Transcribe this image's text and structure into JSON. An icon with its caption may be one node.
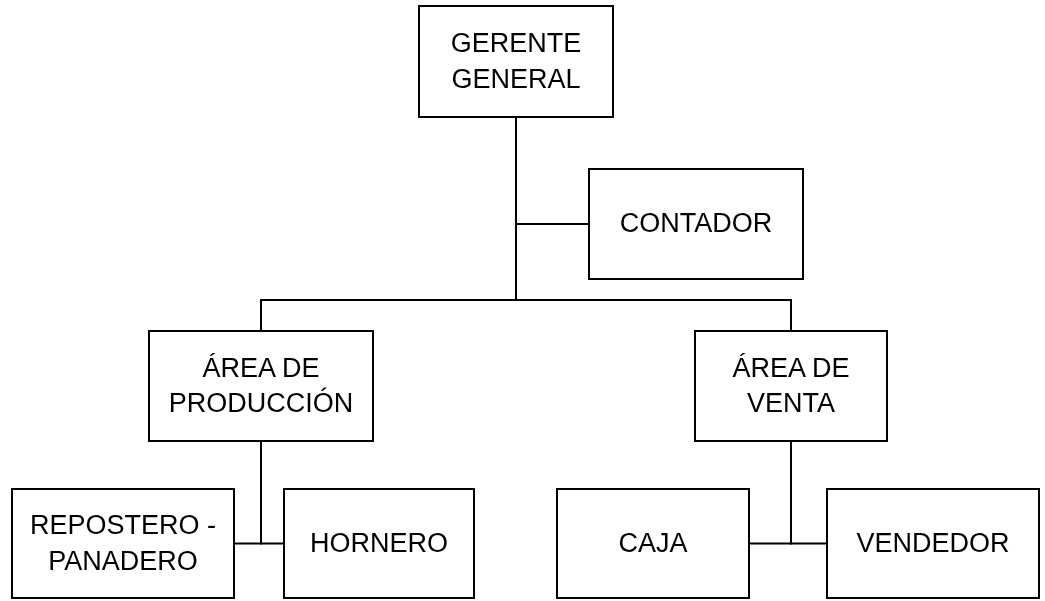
{
  "diagram": {
    "nodes": [
      {
        "text": [
          "GERENTE GENERAL"
        ]
      },
      {
        "text": [
          "CONTADOR"
        ]
      },
      {
        "text": [
          "ÁREA DE PRODUCCIÓN"
        ]
      },
      {
        "text": [
          "ÁREA DE VENTA"
        ]
      },
      {
        "text": [
          "REPOSTERO - PANADERO"
        ]
      },
      {
        "text": [
          "HORNERO"
        ]
      },
      {
        "text": [
          "CAJA"
        ]
      },
      {
        "text": [
          "VENDEDOR"
        ]
      }
    ],
    "edges": [
      {
        "from": 0,
        "to": 1,
        "arrow": "none"
      },
      {
        "from": 0,
        "to": 2,
        "arrow": "none"
      },
      {
        "from": 0,
        "to": 3,
        "arrow": "none"
      },
      {
        "from": 2,
        "to": 4,
        "arrow": "none"
      },
      {
        "from": 2,
        "to": 5,
        "arrow": "none"
      },
      {
        "from": 3,
        "to": 6,
        "arrow": "none"
      },
      {
        "from": 3,
        "to": 7,
        "arrow": "none"
      }
    ]
  }
}
